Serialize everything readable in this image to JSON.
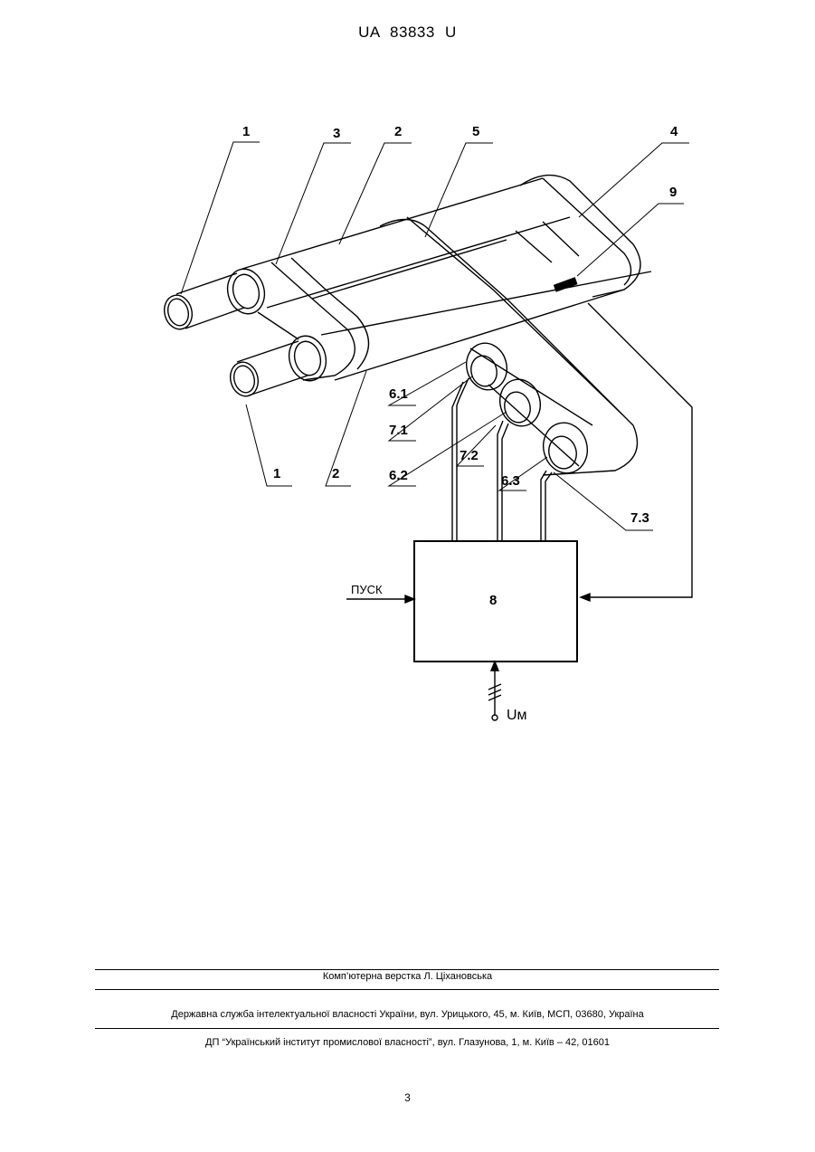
{
  "header": {
    "patent_number": "UA   83833   U"
  },
  "figure": {
    "labels": {
      "pipe_top": "1",
      "pipe_bottom": "1",
      "insulation_3": "3",
      "insulation_top": "2",
      "insulation_bottom": "2",
      "band_5": "5",
      "shell_4": "4",
      "sensor_9": "9",
      "ring_6_1": "6.1",
      "ring_7_1": "7.1",
      "ring_6_2": "6.2",
      "ring_7_2": "7.2",
      "ring_6_3": "6.3",
      "ring_7_3": "7.3",
      "block_8": "8",
      "start_input": "ПУСК",
      "voltage_input": "Uм"
    }
  },
  "footer": {
    "layout_credit": "Комп’ютерна верстка Л. Ціхановська",
    "agency": "Державна служба інтелектуальної власності України, вул. Урицького, 45, м. Київ, МСП, 03680, Україна",
    "institute": "ДП “Український інститут промислової власності”, вул. Глазунова, 1, м. Київ – 42, 01601"
  },
  "page_number": "3"
}
